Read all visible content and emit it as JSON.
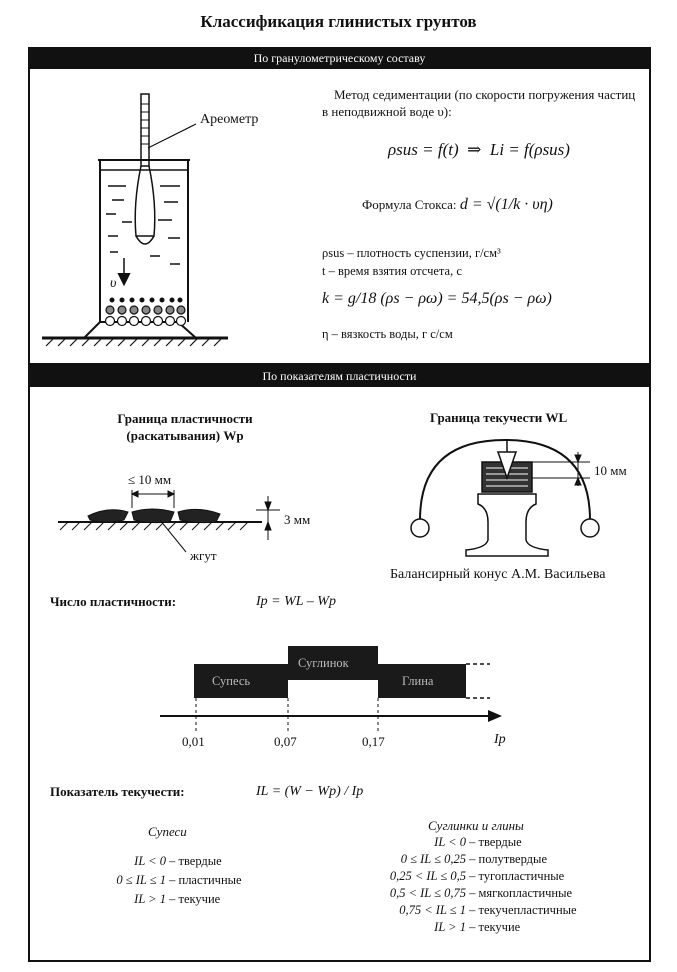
{
  "title": "Классификация глинистых грунтов",
  "section1": {
    "header": "По гранулометрическому составу",
    "areometer_label": "Ареометр",
    "velocity_symbol": "υ",
    "method_text": "Метод седиментации (по скорости погружения частиц в неподвижной воде υ):",
    "formula_main": "ρsus = f(t)  ⇒  Li = f(ρsus)",
    "stokes_label": "Формула Стокса:",
    "stokes_formula": "d = √(1/k · υη)",
    "legend": [
      "ρsus – плотность суспензии, г/см³",
      "t – время взятия отсчета, с"
    ],
    "k_formula": "k = g/18 (ρs − ρω) = 54,5(ρs − ρω)",
    "eta_text": "η – вязкость воды, г с/см"
  },
  "section2": {
    "header": "По показателям пластичности",
    "wp_title_line1": "Граница пластичности",
    "wp_title_line2": "(раскатывания) Wp",
    "wp_dim_width": "≤ 10 мм",
    "wp_dim_height": "3 мм",
    "wp_label": "жгут",
    "wl_title": "Граница текучести WL",
    "wl_dim": "10 мм",
    "wl_caption": "Балансирный конус А.М. Васильева",
    "plasticity_label": "Число пластичности:",
    "plasticity_formula": "Ip = WL – Wp",
    "scale": {
      "segments": [
        "Супесь",
        "Суглинок",
        "Глина"
      ],
      "ticks": [
        "0,01",
        "0,07",
        "0,17"
      ],
      "axis_label": "Ip"
    },
    "fluidity_label": "Показатель текучести:",
    "fluidity_formula": "IL = (W − Wp) / Ip",
    "sandy_loam": {
      "heading": "Супеси",
      "conditions": [
        "IL < 0",
        "0 ≤ IL ≤ 1",
        "IL > 1"
      ],
      "states": [
        "– твердые",
        "– пластичные",
        "– текучие"
      ]
    },
    "loam_clay": {
      "heading": "Суглинки и глины",
      "conditions": [
        "IL < 0",
        "0 ≤ IL ≤ 0,25",
        "0,25 < IL ≤ 0,5",
        "0,5 < IL ≤ 0,75",
        "0,75 < IL ≤ 1",
        "IL > 1"
      ],
      "states": [
        "– твердые",
        "– полутвердые",
        "– тугопластичные",
        "– мягкопластичные",
        "– текучепластичные",
        "– текучие"
      ]
    }
  }
}
